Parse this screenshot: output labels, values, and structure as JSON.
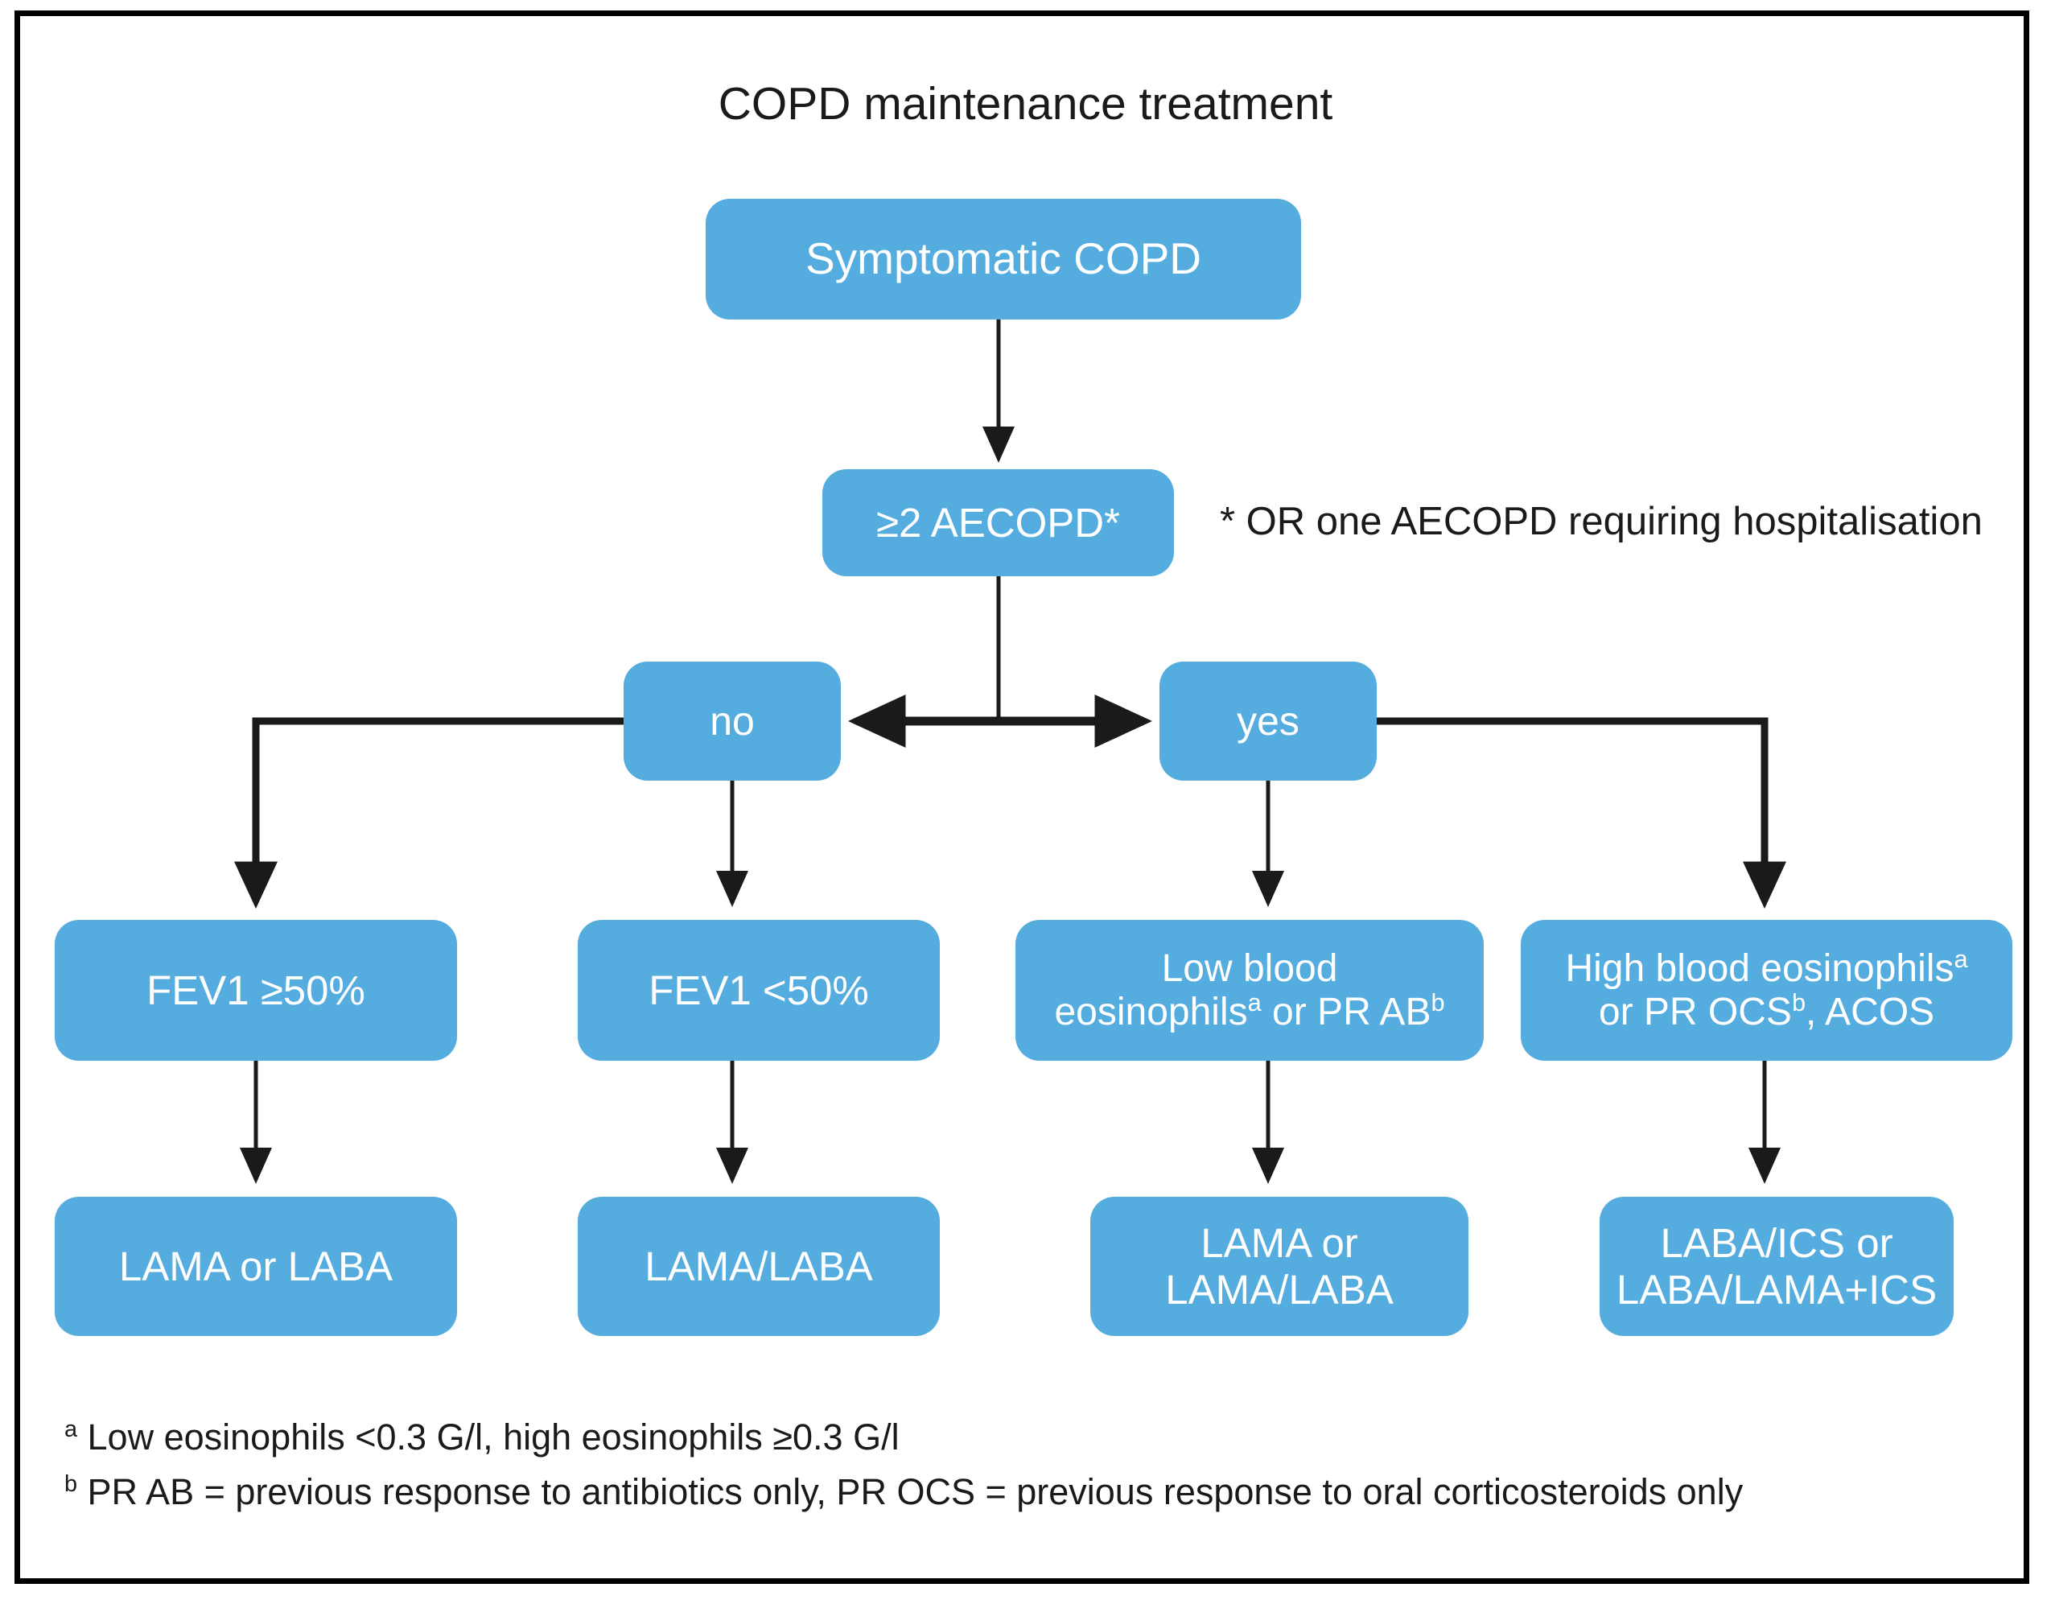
{
  "figure": {
    "title": "COPD maintenance treatment",
    "accent_color": "#55acdf",
    "text_color_on_accent": "#ffffff",
    "connector_color": "#1a1a1a",
    "border_color": "#000000",
    "background": "#ffffff"
  },
  "nodes": {
    "symptomatic": "Symptomatic COPD",
    "aecopd": "≥2 AECOPD*",
    "no": "no",
    "yes": "yes",
    "fev1_high": "FEV1 ≥50%",
    "fev1_low": "FEV1 <50%",
    "low_eos_line1": "Low blood",
    "low_eos_line2_pre": "eosinophils",
    "low_eos_sup_a": "a",
    "low_eos_line2_mid": " or PR AB",
    "low_eos_sup_b": "b",
    "high_eos_line1_pre": "High blood eosinophils",
    "high_eos_sup_a": "a",
    "high_eos_line2_pre": "or PR OCS",
    "high_eos_sup_b": "b",
    "high_eos_line2_post": ", ACOS",
    "lama_or_laba": "LAMA or LABA",
    "lama_laba": "LAMA/LABA",
    "lama_or_lamalaba_line1": "LAMA or",
    "lama_or_lamalaba_line2": "LAMA/LABA",
    "labaics_line1": "LABA/ICS or",
    "labaics_line2": "LABA/LAMA+ICS"
  },
  "annotations": {
    "star_note": "* OR one AECOPD requiring hospitalisation"
  },
  "footnotes": {
    "a_marker": "a",
    "a_text": " Low eosinophils <0.3 G/l, high eosinophils ≥0.3 G/l",
    "b_marker": "b",
    "b_text": " PR AB = previous response to antibiotics only, PR OCS = previous response to oral corticosteroids only"
  },
  "chart_data": {
    "type": "flowchart",
    "title": "COPD maintenance treatment",
    "nodes": [
      {
        "id": "symptomatic",
        "label": "Symptomatic COPD",
        "level": 0
      },
      {
        "id": "aecopd",
        "label": "≥2 AECOPD*",
        "level": 1
      },
      {
        "id": "no",
        "label": "no",
        "level": 2
      },
      {
        "id": "yes",
        "label": "yes",
        "level": 2
      },
      {
        "id": "fev1_high",
        "label": "FEV1 ≥50%",
        "level": 3
      },
      {
        "id": "fev1_low",
        "label": "FEV1 <50%",
        "level": 3
      },
      {
        "id": "low_eos",
        "label": "Low blood eosinophilsᵃ or PR ABᵇ",
        "level": 3
      },
      {
        "id": "high_eos",
        "label": "High blood eosinophilsᵃ or PR OCSᵇ, ACOS",
        "level": 3
      },
      {
        "id": "lama_or_laba",
        "label": "LAMA or LABA",
        "level": 4
      },
      {
        "id": "lama_laba",
        "label": "LAMA/LABA",
        "level": 4
      },
      {
        "id": "lama_or_lamalaba",
        "label": "LAMA or LAMA/LABA",
        "level": 4
      },
      {
        "id": "labaics",
        "label": "LABA/ICS or LABA/LAMA+ICS",
        "level": 4
      }
    ],
    "edges": [
      {
        "from": "symptomatic",
        "to": "aecopd"
      },
      {
        "from": "aecopd",
        "to": "no"
      },
      {
        "from": "aecopd",
        "to": "yes"
      },
      {
        "from": "no",
        "to": "fev1_high"
      },
      {
        "from": "no",
        "to": "fev1_low"
      },
      {
        "from": "yes",
        "to": "low_eos"
      },
      {
        "from": "yes",
        "to": "high_eos"
      },
      {
        "from": "fev1_high",
        "to": "lama_or_laba"
      },
      {
        "from": "fev1_low",
        "to": "lama_laba"
      },
      {
        "from": "low_eos",
        "to": "lama_or_lamalaba"
      },
      {
        "from": "high_eos",
        "to": "labaics"
      }
    ]
  }
}
